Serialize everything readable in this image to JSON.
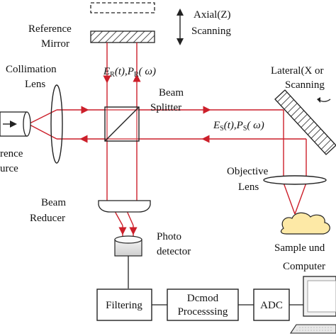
{
  "colors": {
    "beam": "#cc1f2a",
    "outline": "#222222",
    "sample_fill": "#fde9a6",
    "background": "#ffffff"
  },
  "labels": {
    "axial_line1": "Axial(Z)",
    "axial_line2": "Scanning",
    "reference_mirror_line1": "Reference",
    "reference_mirror_line2": "Mirror",
    "collimation_line1": "Collimation",
    "collimation_line2": "Lens",
    "light_source_line1": "rence",
    "light_source_line2": "urce",
    "beam_splitter_line1": "Beam",
    "beam_splitter_line2": "Splitter",
    "lateral_line1": "Lateral(X or",
    "lateral_line2": "Scanning",
    "objective_line1": "Objective",
    "objective_line2": "Lens",
    "beam_reducer_line1": "Beam",
    "beam_reducer_line2": "Reducer",
    "photo_detector_line1": "Photo",
    "photo_detector_line2": "detector",
    "sample_label": "Sample und",
    "computer_label": "Computer",
    "filtering_box": "Filtering",
    "demod_line1": "Dcmod",
    "demod_line2": "Processsing",
    "adc_box": "ADC"
  },
  "signals": {
    "reference": {
      "field": "E",
      "sub": "R",
      "arg": "(t),",
      "power": "P",
      "power_sub": "R",
      "power_arg": "( ω)"
    },
    "sample": {
      "field": "E",
      "sub": "S",
      "arg": "(t),",
      "power": "P",
      "power_sub": "S",
      "power_arg": "( ω)"
    }
  },
  "icons": {
    "axial_arrow": "double-vertical-arrow-icon",
    "lateral_arrow": "curved-arrow-icon",
    "computer": "computer-icon"
  }
}
